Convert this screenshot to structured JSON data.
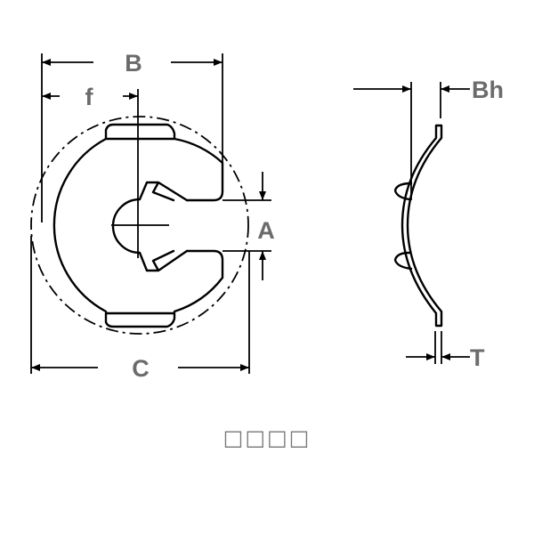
{
  "drawing": {
    "front_view": {
      "labels": {
        "B": "B",
        "f": "f",
        "A": "A",
        "C": "C"
      }
    },
    "side_view": {
      "labels": {
        "Bh": "Bh",
        "T": "T"
      }
    },
    "caption": "□□□□",
    "colors": {
      "line": "#000000",
      "label": "#6b6b6b"
    }
  }
}
